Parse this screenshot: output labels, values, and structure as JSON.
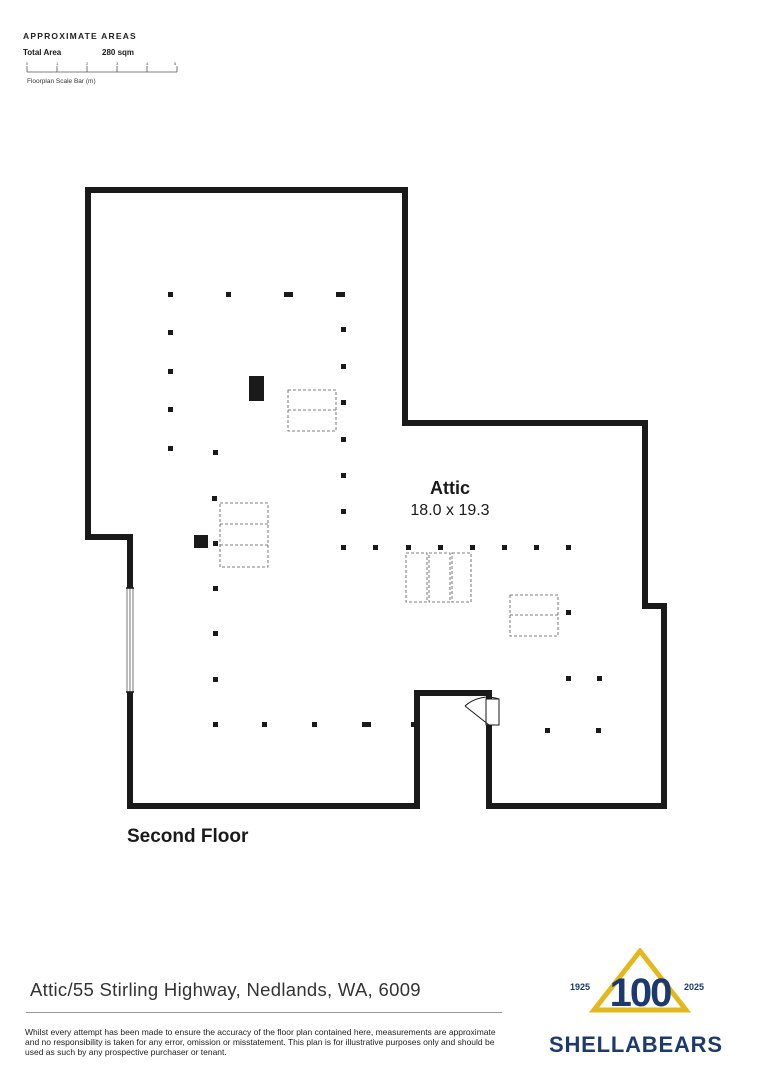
{
  "header": {
    "title": "APPROXIMATE AREAS",
    "total_area_label": "Total Area",
    "total_area_value": "280 sqm",
    "scale_caption": "Floorplan Scale Bar (m)",
    "scale_ticks": [
      "0",
      "1",
      "2",
      "3",
      "4",
      "5"
    ]
  },
  "plan": {
    "room_name": "Attic",
    "room_dimensions": "18.0 x 19.3",
    "floor_label": "Second Floor"
  },
  "footer": {
    "address": "Attic/55 Stirling Highway, Nedlands, WA, 6009",
    "disclaimer": "Whilst every attempt has been made to ensure the accuracy of the floor plan contained here, measurements are approximate and no responsibility is taken for any error, omission or misstatement. This plan is for illustrative purposes only and should be used as such by any prospective purchaser or tenant."
  },
  "logo": {
    "year_start": "1925",
    "year_end": "2025",
    "anniversary": "100",
    "brand": "SHELLABEARS",
    "brand_color": "#1c3a6e",
    "accent_color": "#e3b81e"
  }
}
